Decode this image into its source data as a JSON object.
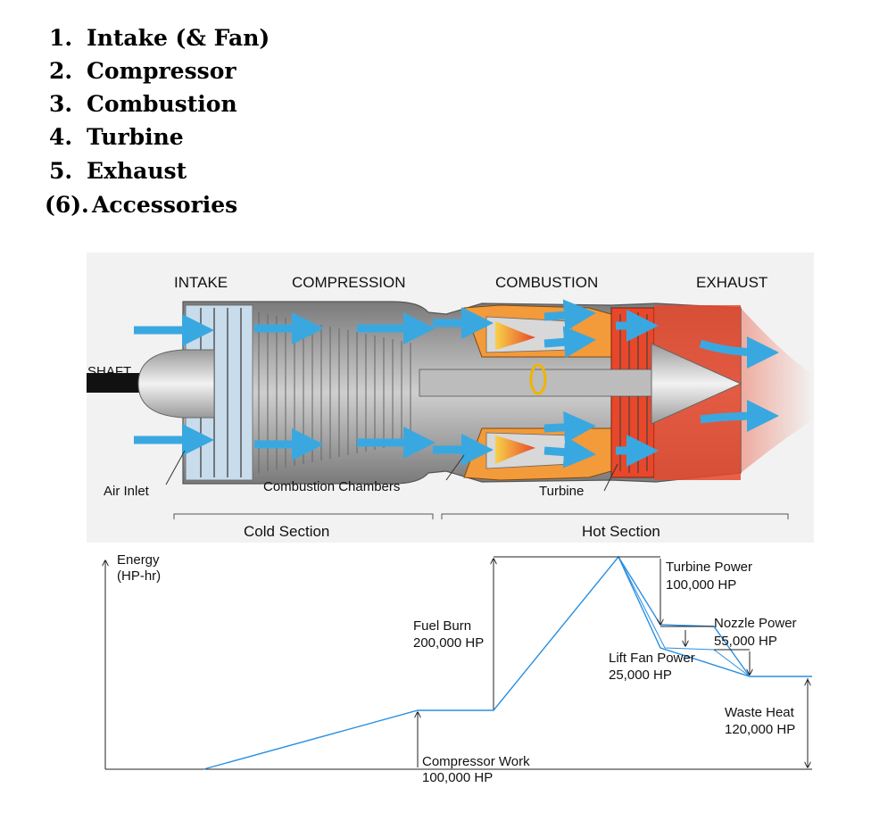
{
  "steps": [
    {
      "num": "1.",
      "label": "Intake (& Fan)"
    },
    {
      "num": "2.",
      "label": "Compressor"
    },
    {
      "num": "3.",
      "label": "Combustion"
    },
    {
      "num": "4.",
      "label": "Turbine"
    },
    {
      "num": "5.",
      "label": "Exhaust"
    },
    {
      "num": "(6).",
      "label": "Accessories"
    }
  ],
  "engine": {
    "sections": {
      "intake": "INTAKE",
      "compression": "COMPRESSION",
      "combustion": "COMBUSTION",
      "exhaust": "EXHAUST"
    },
    "shaft": "SHAFT",
    "air_inlet": "Air Inlet",
    "combustion_chambers": "Combustion Chambers",
    "turbine": "Turbine",
    "cold_section": "Cold Section",
    "hot_section": "Hot Section",
    "colors": {
      "air": "#3aa8e0",
      "hot": "#e8472a",
      "orange": "#f39a3a",
      "metal": "#a8a8a8",
      "shaft": "#111111"
    }
  },
  "energy": {
    "axis_label": "Energy",
    "axis_unit": "(HP-hr)",
    "compressor_work": {
      "label": "Compressor Work",
      "value": "100,000 HP"
    },
    "fuel_burn": {
      "label": "Fuel Burn",
      "value": "200,000 HP"
    },
    "turbine_power": {
      "label": "Turbine Power",
      "value": "100,000 HP"
    },
    "lift_fan_power": {
      "label": "Lift Fan Power",
      "value": "25,000 HP"
    },
    "nozzle_power": {
      "label": "Nozzle Power",
      "value": "55,000 HP"
    },
    "waste_heat": {
      "label": "Waste Heat",
      "value": "120,000 HP"
    },
    "line_color": "#2a8fe0"
  }
}
